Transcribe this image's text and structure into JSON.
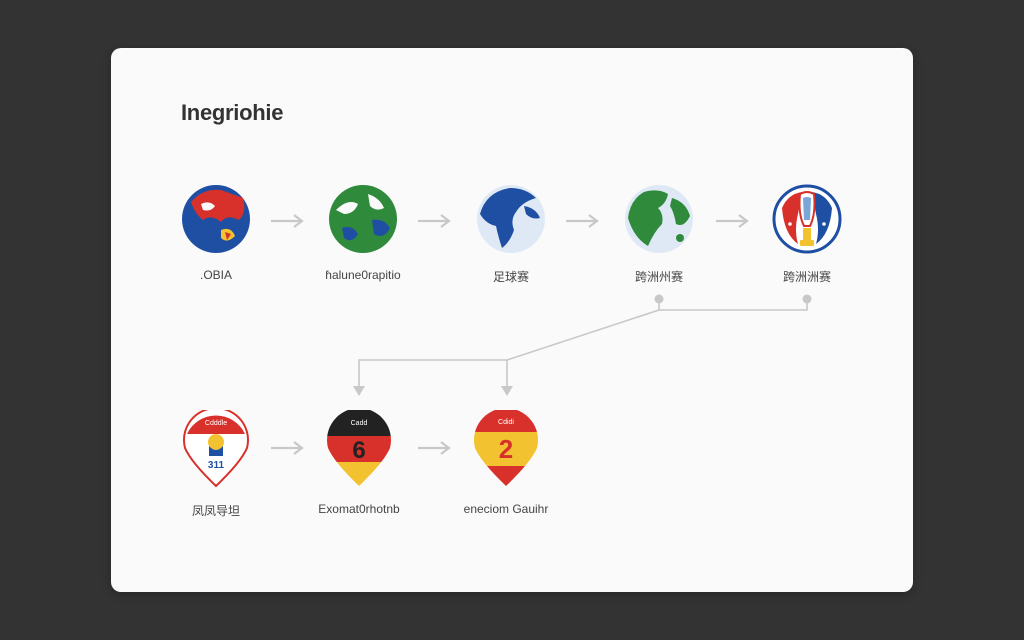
{
  "title": "Inegriohie",
  "row1": [
    {
      "label": ".OBIA",
      "icon": "globe-red-blue-icon"
    },
    {
      "label": "ɦalune0rapitio",
      "icon": "globe-green-icon"
    },
    {
      "label": "足球赛",
      "icon": "globe-americas-icon"
    },
    {
      "label": "跨洲州赛",
      "icon": "globe-africa-icon"
    },
    {
      "label": "跨洲洲赛",
      "icon": "trophy-emblem-icon"
    }
  ],
  "row2": [
    {
      "label": "凤凤导坦",
      "icon": "pin-badge-icon",
      "badge_text": "Cdddle",
      "code": "311"
    },
    {
      "label": "Exomat0rhotnb",
      "icon": "pin-germany-icon",
      "badge_text": "Cadd",
      "number": "6"
    },
    {
      "label": "eneciom Gauihr",
      "icon": "pin-spain-icon",
      "badge_text": "Cdidi",
      "number": "2"
    }
  ],
  "colors": {
    "background": "#333333",
    "card": "#fafafa",
    "connector": "#c8c8c8",
    "blue": "#1f4fa3",
    "red": "#d8312b",
    "green": "#2f8a3c",
    "yellow": "#f2c230",
    "ocean": "#dfe9f5"
  }
}
